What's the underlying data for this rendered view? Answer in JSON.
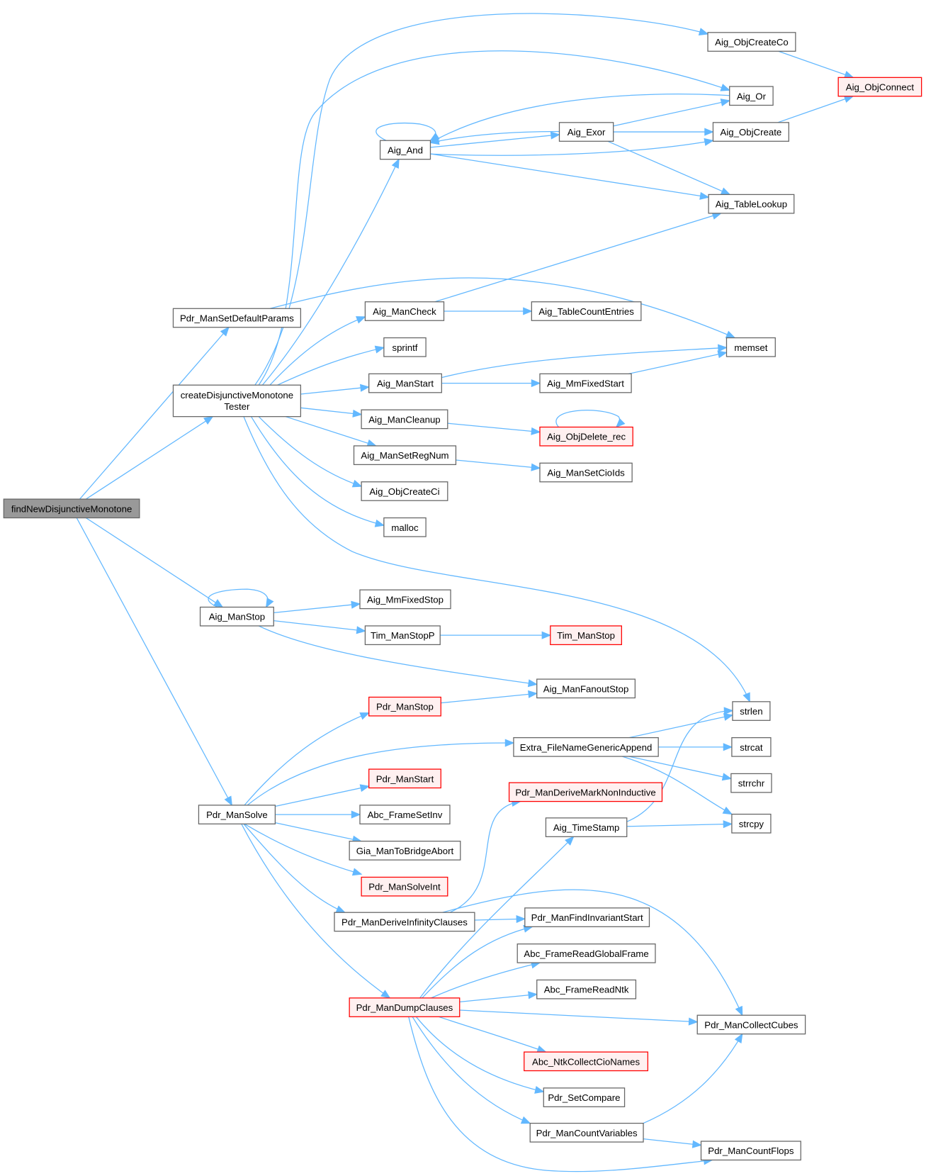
{
  "title": "findNewDisjunctiveMonotone call graph",
  "colors": {
    "edge": "#63b8ff",
    "node_border": "#666666",
    "root_fill": "#999999",
    "external_fill": "#fff0f0",
    "external_border": "#ff0000"
  },
  "nodes": [
    {
      "id": "findNewDisjunctiveMonotone",
      "label": "findNewDisjunctiveMonotone",
      "kind": "root"
    },
    {
      "id": "Pdr_ManSetDefaultParams",
      "label": "Pdr_ManSetDefaultParams",
      "kind": "normal"
    },
    {
      "id": "createDisjunctiveMonotoneTester",
      "label": "createDisjunctiveMonotone",
      "label2": "Tester",
      "kind": "normal"
    },
    {
      "id": "Aig_ManStop",
      "label": "Aig_ManStop",
      "kind": "normal"
    },
    {
      "id": "Pdr_ManSolve",
      "label": "Pdr_ManSolve",
      "kind": "normal"
    },
    {
      "id": "Aig_ObjCreateCo",
      "label": "Aig_ObjCreateCo",
      "kind": "normal"
    },
    {
      "id": "Aig_ObjConnect",
      "label": "Aig_ObjConnect",
      "kind": "external"
    },
    {
      "id": "Aig_Or",
      "label": "Aig_Or",
      "kind": "normal"
    },
    {
      "id": "Aig_Exor",
      "label": "Aig_Exor",
      "kind": "normal"
    },
    {
      "id": "Aig_ObjCreate",
      "label": "Aig_ObjCreate",
      "kind": "normal"
    },
    {
      "id": "Aig_And",
      "label": "Aig_And",
      "kind": "normal"
    },
    {
      "id": "Aig_TableLookup",
      "label": "Aig_TableLookup",
      "kind": "normal"
    },
    {
      "id": "Aig_ManCheck",
      "label": "Aig_ManCheck",
      "kind": "normal"
    },
    {
      "id": "Aig_TableCountEntries",
      "label": "Aig_TableCountEntries",
      "kind": "normal"
    },
    {
      "id": "memset",
      "label": "memset",
      "kind": "normal"
    },
    {
      "id": "sprintf",
      "label": "sprintf",
      "kind": "normal"
    },
    {
      "id": "Aig_ManStart",
      "label": "Aig_ManStart",
      "kind": "normal"
    },
    {
      "id": "Aig_MmFixedStart",
      "label": "Aig_MmFixedStart",
      "kind": "normal"
    },
    {
      "id": "Aig_ManCleanup",
      "label": "Aig_ManCleanup",
      "kind": "normal"
    },
    {
      "id": "Aig_ObjDelete_rec",
      "label": "Aig_ObjDelete_rec",
      "kind": "external"
    },
    {
      "id": "Aig_ManSetRegNum",
      "label": "Aig_ManSetRegNum",
      "kind": "normal"
    },
    {
      "id": "Aig_ManSetCioIds",
      "label": "Aig_ManSetCioIds",
      "kind": "normal"
    },
    {
      "id": "Aig_ObjCreateCi",
      "label": "Aig_ObjCreateCi",
      "kind": "normal"
    },
    {
      "id": "malloc",
      "label": "malloc",
      "kind": "normal"
    },
    {
      "id": "Aig_MmFixedStop",
      "label": "Aig_MmFixedStop",
      "kind": "normal"
    },
    {
      "id": "Tim_ManStopP",
      "label": "Tim_ManStopP",
      "kind": "normal"
    },
    {
      "id": "Tim_ManStop",
      "label": "Tim_ManStop",
      "kind": "external"
    },
    {
      "id": "Aig_ManFanoutStop",
      "label": "Aig_ManFanoutStop",
      "kind": "normal"
    },
    {
      "id": "Pdr_ManStop",
      "label": "Pdr_ManStop",
      "kind": "external"
    },
    {
      "id": "strlen",
      "label": "strlen",
      "kind": "normal"
    },
    {
      "id": "Extra_FileNameGenericAppend",
      "label": "Extra_FileNameGenericAppend",
      "kind": "normal"
    },
    {
      "id": "strcat",
      "label": "strcat",
      "kind": "normal"
    },
    {
      "id": "strrchr",
      "label": "strrchr",
      "kind": "normal"
    },
    {
      "id": "Pdr_ManStart",
      "label": "Pdr_ManStart",
      "kind": "external"
    },
    {
      "id": "Pdr_ManDeriveMarkNonInductive",
      "label": "Pdr_ManDeriveMarkNonInductive",
      "kind": "external"
    },
    {
      "id": "Abc_FrameSetInv",
      "label": "Abc_FrameSetInv",
      "kind": "normal"
    },
    {
      "id": "Aig_TimeStamp",
      "label": "Aig_TimeStamp",
      "kind": "normal"
    },
    {
      "id": "strcpy",
      "label": "strcpy",
      "kind": "normal"
    },
    {
      "id": "Gia_ManToBridgeAbort",
      "label": "Gia_ManToBridgeAbort",
      "kind": "normal"
    },
    {
      "id": "Pdr_ManSolveInt",
      "label": "Pdr_ManSolveInt",
      "kind": "external"
    },
    {
      "id": "Pdr_ManDeriveInfinityClauses",
      "label": "Pdr_ManDeriveInfinityClauses",
      "kind": "normal"
    },
    {
      "id": "Pdr_ManFindInvariantStart",
      "label": "Pdr_ManFindInvariantStart",
      "kind": "normal"
    },
    {
      "id": "Abc_FrameReadGlobalFrame",
      "label": "Abc_FrameReadGlobalFrame",
      "kind": "normal"
    },
    {
      "id": "Abc_FrameReadNtk",
      "label": "Abc_FrameReadNtk",
      "kind": "normal"
    },
    {
      "id": "Pdr_ManDumpClauses",
      "label": "Pdr_ManDumpClauses",
      "kind": "external"
    },
    {
      "id": "Pdr_ManCollectCubes",
      "label": "Pdr_ManCollectCubes",
      "kind": "normal"
    },
    {
      "id": "Abc_NtkCollectCioNames",
      "label": "Abc_NtkCollectCioNames",
      "kind": "external"
    },
    {
      "id": "Pdr_SetCompare",
      "label": "Pdr_SetCompare",
      "kind": "normal"
    },
    {
      "id": "Pdr_ManCountVariables",
      "label": "Pdr_ManCountVariables",
      "kind": "normal"
    },
    {
      "id": "Pdr_ManCountFlops",
      "label": "Pdr_ManCountFlops",
      "kind": "normal"
    }
  ],
  "edges": [
    [
      "findNewDisjunctiveMonotone",
      "Pdr_ManSetDefaultParams"
    ],
    [
      "findNewDisjunctiveMonotone",
      "createDisjunctiveMonotoneTester"
    ],
    [
      "findNewDisjunctiveMonotone",
      "Aig_ManStop"
    ],
    [
      "findNewDisjunctiveMonotone",
      "Pdr_ManSolve"
    ],
    [
      "Pdr_ManSetDefaultParams",
      "memset"
    ],
    [
      "createDisjunctiveMonotoneTester",
      "Aig_ObjCreateCo"
    ],
    [
      "createDisjunctiveMonotoneTester",
      "Aig_Or"
    ],
    [
      "createDisjunctiveMonotoneTester",
      "Aig_And"
    ],
    [
      "createDisjunctiveMonotoneTester",
      "Aig_ManCheck"
    ],
    [
      "createDisjunctiveMonotoneTester",
      "sprintf"
    ],
    [
      "createDisjunctiveMonotoneTester",
      "Aig_ManStart"
    ],
    [
      "createDisjunctiveMonotoneTester",
      "Aig_ManCleanup"
    ],
    [
      "createDisjunctiveMonotoneTester",
      "Aig_ManSetRegNum"
    ],
    [
      "createDisjunctiveMonotoneTester",
      "Aig_ObjCreateCi"
    ],
    [
      "createDisjunctiveMonotoneTester",
      "malloc"
    ],
    [
      "createDisjunctiveMonotoneTester",
      "strlen"
    ],
    [
      "Aig_ObjCreateCo",
      "Aig_ObjConnect"
    ],
    [
      "Aig_Or",
      "Aig_And"
    ],
    [
      "Aig_Exor",
      "Aig_And"
    ],
    [
      "Aig_Exor",
      "Aig_Or"
    ],
    [
      "Aig_Exor",
      "Aig_ObjCreate"
    ],
    [
      "Aig_Exor",
      "Aig_TableLookup"
    ],
    [
      "Aig_And",
      "Aig_And"
    ],
    [
      "Aig_And",
      "Aig_Exor"
    ],
    [
      "Aig_And",
      "Aig_ObjCreate"
    ],
    [
      "Aig_And",
      "Aig_TableLookup"
    ],
    [
      "Aig_ObjCreate",
      "Aig_ObjConnect"
    ],
    [
      "Aig_ManCheck",
      "Aig_TableLookup"
    ],
    [
      "Aig_ManCheck",
      "Aig_TableCountEntries"
    ],
    [
      "Aig_ManStart",
      "memset"
    ],
    [
      "Aig_ManStart",
      "Aig_MmFixedStart"
    ],
    [
      "Aig_MmFixedStart",
      "memset"
    ],
    [
      "Aig_ManCleanup",
      "Aig_ObjDelete_rec"
    ],
    [
      "Aig_ObjDelete_rec",
      "Aig_ObjDelete_rec"
    ],
    [
      "Aig_ManSetRegNum",
      "Aig_ManSetCioIds"
    ],
    [
      "Aig_ManStop",
      "Aig_ManStop"
    ],
    [
      "Aig_ManStop",
      "Aig_MmFixedStop"
    ],
    [
      "Aig_ManStop",
      "Tim_ManStopP"
    ],
    [
      "Aig_ManStop",
      "Aig_ManFanoutStop"
    ],
    [
      "Tim_ManStopP",
      "Tim_ManStop"
    ],
    [
      "Pdr_ManStop",
      "Aig_ManFanoutStop"
    ],
    [
      "Pdr_ManSolve",
      "Pdr_ManStop"
    ],
    [
      "Pdr_ManSolve",
      "Extra_FileNameGenericAppend"
    ],
    [
      "Pdr_ManSolve",
      "Pdr_ManStart"
    ],
    [
      "Pdr_ManSolve",
      "Abc_FrameSetInv"
    ],
    [
      "Pdr_ManSolve",
      "Gia_ManToBridgeAbort"
    ],
    [
      "Pdr_ManSolve",
      "Pdr_ManSolveInt"
    ],
    [
      "Pdr_ManSolve",
      "Pdr_ManDeriveInfinityClauses"
    ],
    [
      "Pdr_ManSolve",
      "Pdr_ManDumpClauses"
    ],
    [
      "Extra_FileNameGenericAppend",
      "strlen"
    ],
    [
      "Extra_FileNameGenericAppend",
      "strcat"
    ],
    [
      "Extra_FileNameGenericAppend",
      "strrchr"
    ],
    [
      "Extra_FileNameGenericAppend",
      "strcpy"
    ],
    [
      "Aig_TimeStamp",
      "strlen"
    ],
    [
      "Aig_TimeStamp",
      "strcpy"
    ],
    [
      "Pdr_ManDeriveInfinityClauses",
      "Pdr_ManDeriveMarkNonInductive"
    ],
    [
      "Pdr_ManDeriveInfinityClauses",
      "Pdr_ManFindInvariantStart"
    ],
    [
      "Pdr_ManDeriveInfinityClauses",
      "Pdr_ManCollectCubes"
    ],
    [
      "Pdr_ManDumpClauses",
      "Aig_TimeStamp"
    ],
    [
      "Pdr_ManDumpClauses",
      "Pdr_ManFindInvariantStart"
    ],
    [
      "Pdr_ManDumpClauses",
      "Abc_FrameReadGlobalFrame"
    ],
    [
      "Pdr_ManDumpClauses",
      "Abc_FrameReadNtk"
    ],
    [
      "Pdr_ManDumpClauses",
      "Pdr_ManCollectCubes"
    ],
    [
      "Pdr_ManDumpClauses",
      "Abc_NtkCollectCioNames"
    ],
    [
      "Pdr_ManDumpClauses",
      "Pdr_SetCompare"
    ],
    [
      "Pdr_ManDumpClauses",
      "Pdr_ManCountVariables"
    ],
    [
      "Pdr_ManDumpClauses",
      "Pdr_ManCountFlops"
    ],
    [
      "Pdr_ManCountVariables",
      "Pdr_ManCollectCubes"
    ],
    [
      "Pdr_ManCountVariables",
      "Pdr_ManCountFlops"
    ]
  ]
}
